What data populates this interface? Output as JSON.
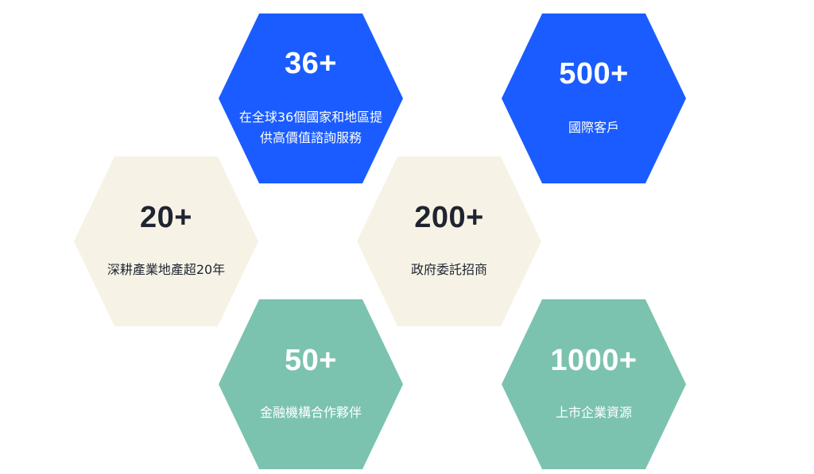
{
  "stats": [
    {
      "value": "36+",
      "desc": "在全球36個國家和地區提供高價值諮詢服務",
      "color": "#1a5cff"
    },
    {
      "value": "500+",
      "desc": "國際客戶",
      "color": "#1a5cff"
    },
    {
      "value": "20+",
      "desc": "深耕產業地產超20年",
      "color": "#f6f3e6"
    },
    {
      "value": "200+",
      "desc": "政府委託招商",
      "color": "#f6f3e6"
    },
    {
      "value": "50+",
      "desc": "金融機構合作夥伴",
      "color": "#7bc3af"
    },
    {
      "value": "1000+",
      "desc": "上市企業資源",
      "color": "#7bc3af"
    }
  ]
}
